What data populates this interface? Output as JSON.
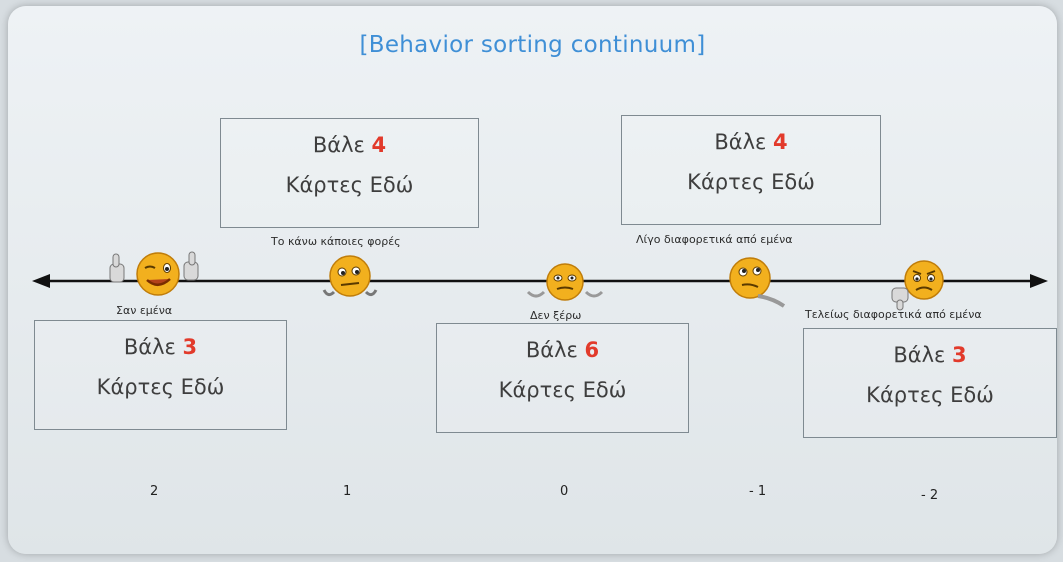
{
  "title": "[Behavior sorting continuum]",
  "cards": {
    "c2": {
      "word": "Βάλε",
      "count": "3",
      "line2": "Κάρτες Εδώ"
    },
    "c1": {
      "word": "Βάλε",
      "count": "4",
      "line2": "Κάρτες Εδώ"
    },
    "c0": {
      "word": "Βάλε",
      "count": "6",
      "line2": "Κάρτες Εδώ"
    },
    "cm1": {
      "word": "Βάλε",
      "count": "4",
      "line2": "Κάρτες Εδώ"
    },
    "cm2": {
      "word": "Βάλε",
      "count": "3",
      "line2": "Κάρτες Εδώ"
    }
  },
  "labels": {
    "l2": "Σαν εμένα",
    "l1": "Το κάνω κάποιες φορές",
    "l0": "Δεν ξέρω",
    "lm1": "Λίγο διαφορετικά από εμένα",
    "lm2": "Τελείως διαφορετικά από εμένα"
  },
  "ticks": {
    "t2": "2",
    "t1": "1",
    "t0": "0",
    "tm1": "- 1",
    "tm2": "- 2"
  },
  "colors": {
    "title": "#3f8fd6",
    "count": "#e23a2b",
    "emoji": "#f2b01e"
  },
  "icons": [
    "thumbs-up-wink-emoji",
    "pondering-emoji",
    "unsure-emoji",
    "thinking-emoji",
    "thumbs-down-emoji"
  ]
}
